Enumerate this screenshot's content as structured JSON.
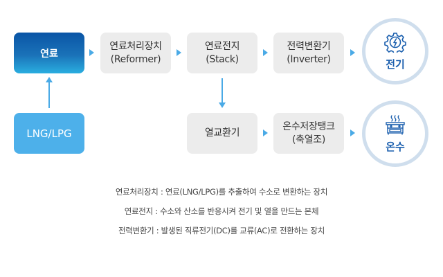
{
  "flow": {
    "fuel": "연료",
    "source": "LNG/LPG",
    "reformer": {
      "title": "연료처리장치",
      "subtitle": "(Reformer)"
    },
    "stack": {
      "title": "연료전지",
      "subtitle": "(Stack)"
    },
    "inverter": {
      "title": "전력변환기",
      "subtitle": "(Inverter)"
    },
    "heat_exchanger": "열교환기",
    "hot_water_tank": {
      "title": "온수저장탱크",
      "subtitle": "(축열조)"
    }
  },
  "outputs": {
    "electricity": {
      "label": "전기",
      "icon": "gear-lightning-icon"
    },
    "hot_water": {
      "label": "온수",
      "icon": "boiler-steam-icon"
    }
  },
  "descriptions": [
    "연료처리장치 : 연료(LNG/LPG)를 추출하여 수소로 변환하는 장치",
    "연료전지 : 수소와 산소를 반응시켜 전기 및 열을 만드는 본체",
    "전력변환기 : 발생된 직류전기(DC)를 교류(AC)로 전환하는 장치"
  ],
  "colors": {
    "fuel_gradient_top": "#0a55a6",
    "fuel_gradient_bottom": "#2aaee0",
    "source_box": "#4db0ea",
    "arrow": "#4aaae6",
    "gray_box": "#ececec",
    "circle_ring": "#cfdeed",
    "output_text": "#1b5fae"
  }
}
